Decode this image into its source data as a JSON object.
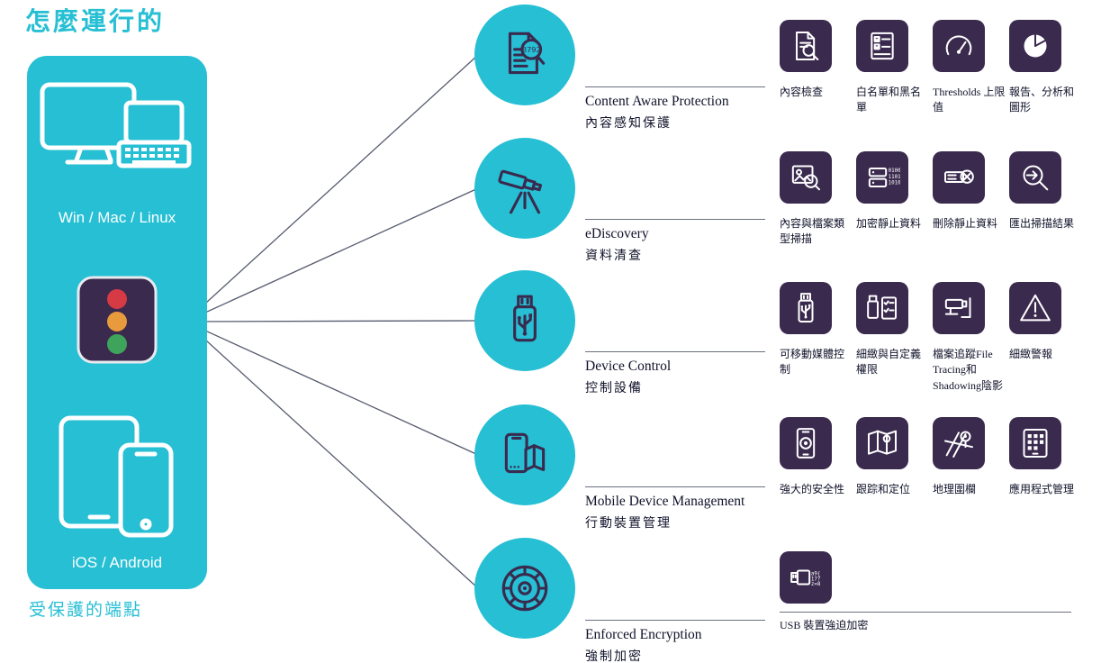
{
  "title": "怎麼運行的",
  "colors": {
    "teal": "#26BFD4",
    "purple": "#3A2A4E"
  },
  "panel": {
    "top_label": "Win / Mac / Linux",
    "bottom_label": "iOS / Android",
    "caption": "受保護的端點"
  },
  "modules": [
    {
      "en": "Content Aware Protection",
      "zh": "內容感知保護",
      "icon": "document-scan-icon",
      "features": [
        {
          "label": "內容檢查",
          "icon": "content-inspection-icon"
        },
        {
          "label": "白名單和黑名單",
          "icon": "whitelist-blacklist-icon"
        },
        {
          "label": "Thresholds 上限值",
          "icon": "thresholds-gauge-icon"
        },
        {
          "label": "報告、分析和圖形",
          "icon": "reports-pie-chart-icon"
        }
      ]
    },
    {
      "en": "eDiscovery",
      "zh": "資料清查",
      "icon": "telescope-icon",
      "features": [
        {
          "label": "內容與檔案類型掃描",
          "icon": "content-filetype-scan-icon"
        },
        {
          "label": "加密靜止資料",
          "icon": "encrypt-data-at-rest-icon"
        },
        {
          "label": "刪除靜止資料",
          "icon": "delete-data-at-rest-icon"
        },
        {
          "label": "匯出掃描結果",
          "icon": "export-scan-results-icon"
        }
      ]
    },
    {
      "en": "Device Control",
      "zh": "控制設備",
      "icon": "usb-device-icon",
      "features": [
        {
          "label": "可移動媒體控制",
          "icon": "removable-media-control-icon"
        },
        {
          "label": "細緻與自定義權限",
          "icon": "granular-custom-permissions-icon"
        },
        {
          "label": "檔案追蹤File Tracing和Shadowing陰影",
          "icon": "file-tracing-shadowing-icon"
        },
        {
          "label": "細緻警報",
          "icon": "granular-alerts-icon"
        }
      ]
    },
    {
      "en": "Mobile Device Management",
      "zh": "行動裝置管理",
      "icon": "mobile-device-map-icon",
      "features": [
        {
          "label": "強大的安全性",
          "icon": "strong-security-icon"
        },
        {
          "label": "跟踪和定位",
          "icon": "track-and-locate-icon"
        },
        {
          "label": "地理圍欄",
          "icon": "geofencing-icon"
        },
        {
          "label": "應用程式管理",
          "icon": "app-management-icon"
        }
      ]
    },
    {
      "en": "Enforced Encryption",
      "zh": "強制加密",
      "icon": "safe-dial-icon",
      "features": [
        {
          "label": "USB 裝置強迫加密",
          "icon": "usb-enforced-encryption-icon"
        }
      ]
    }
  ]
}
